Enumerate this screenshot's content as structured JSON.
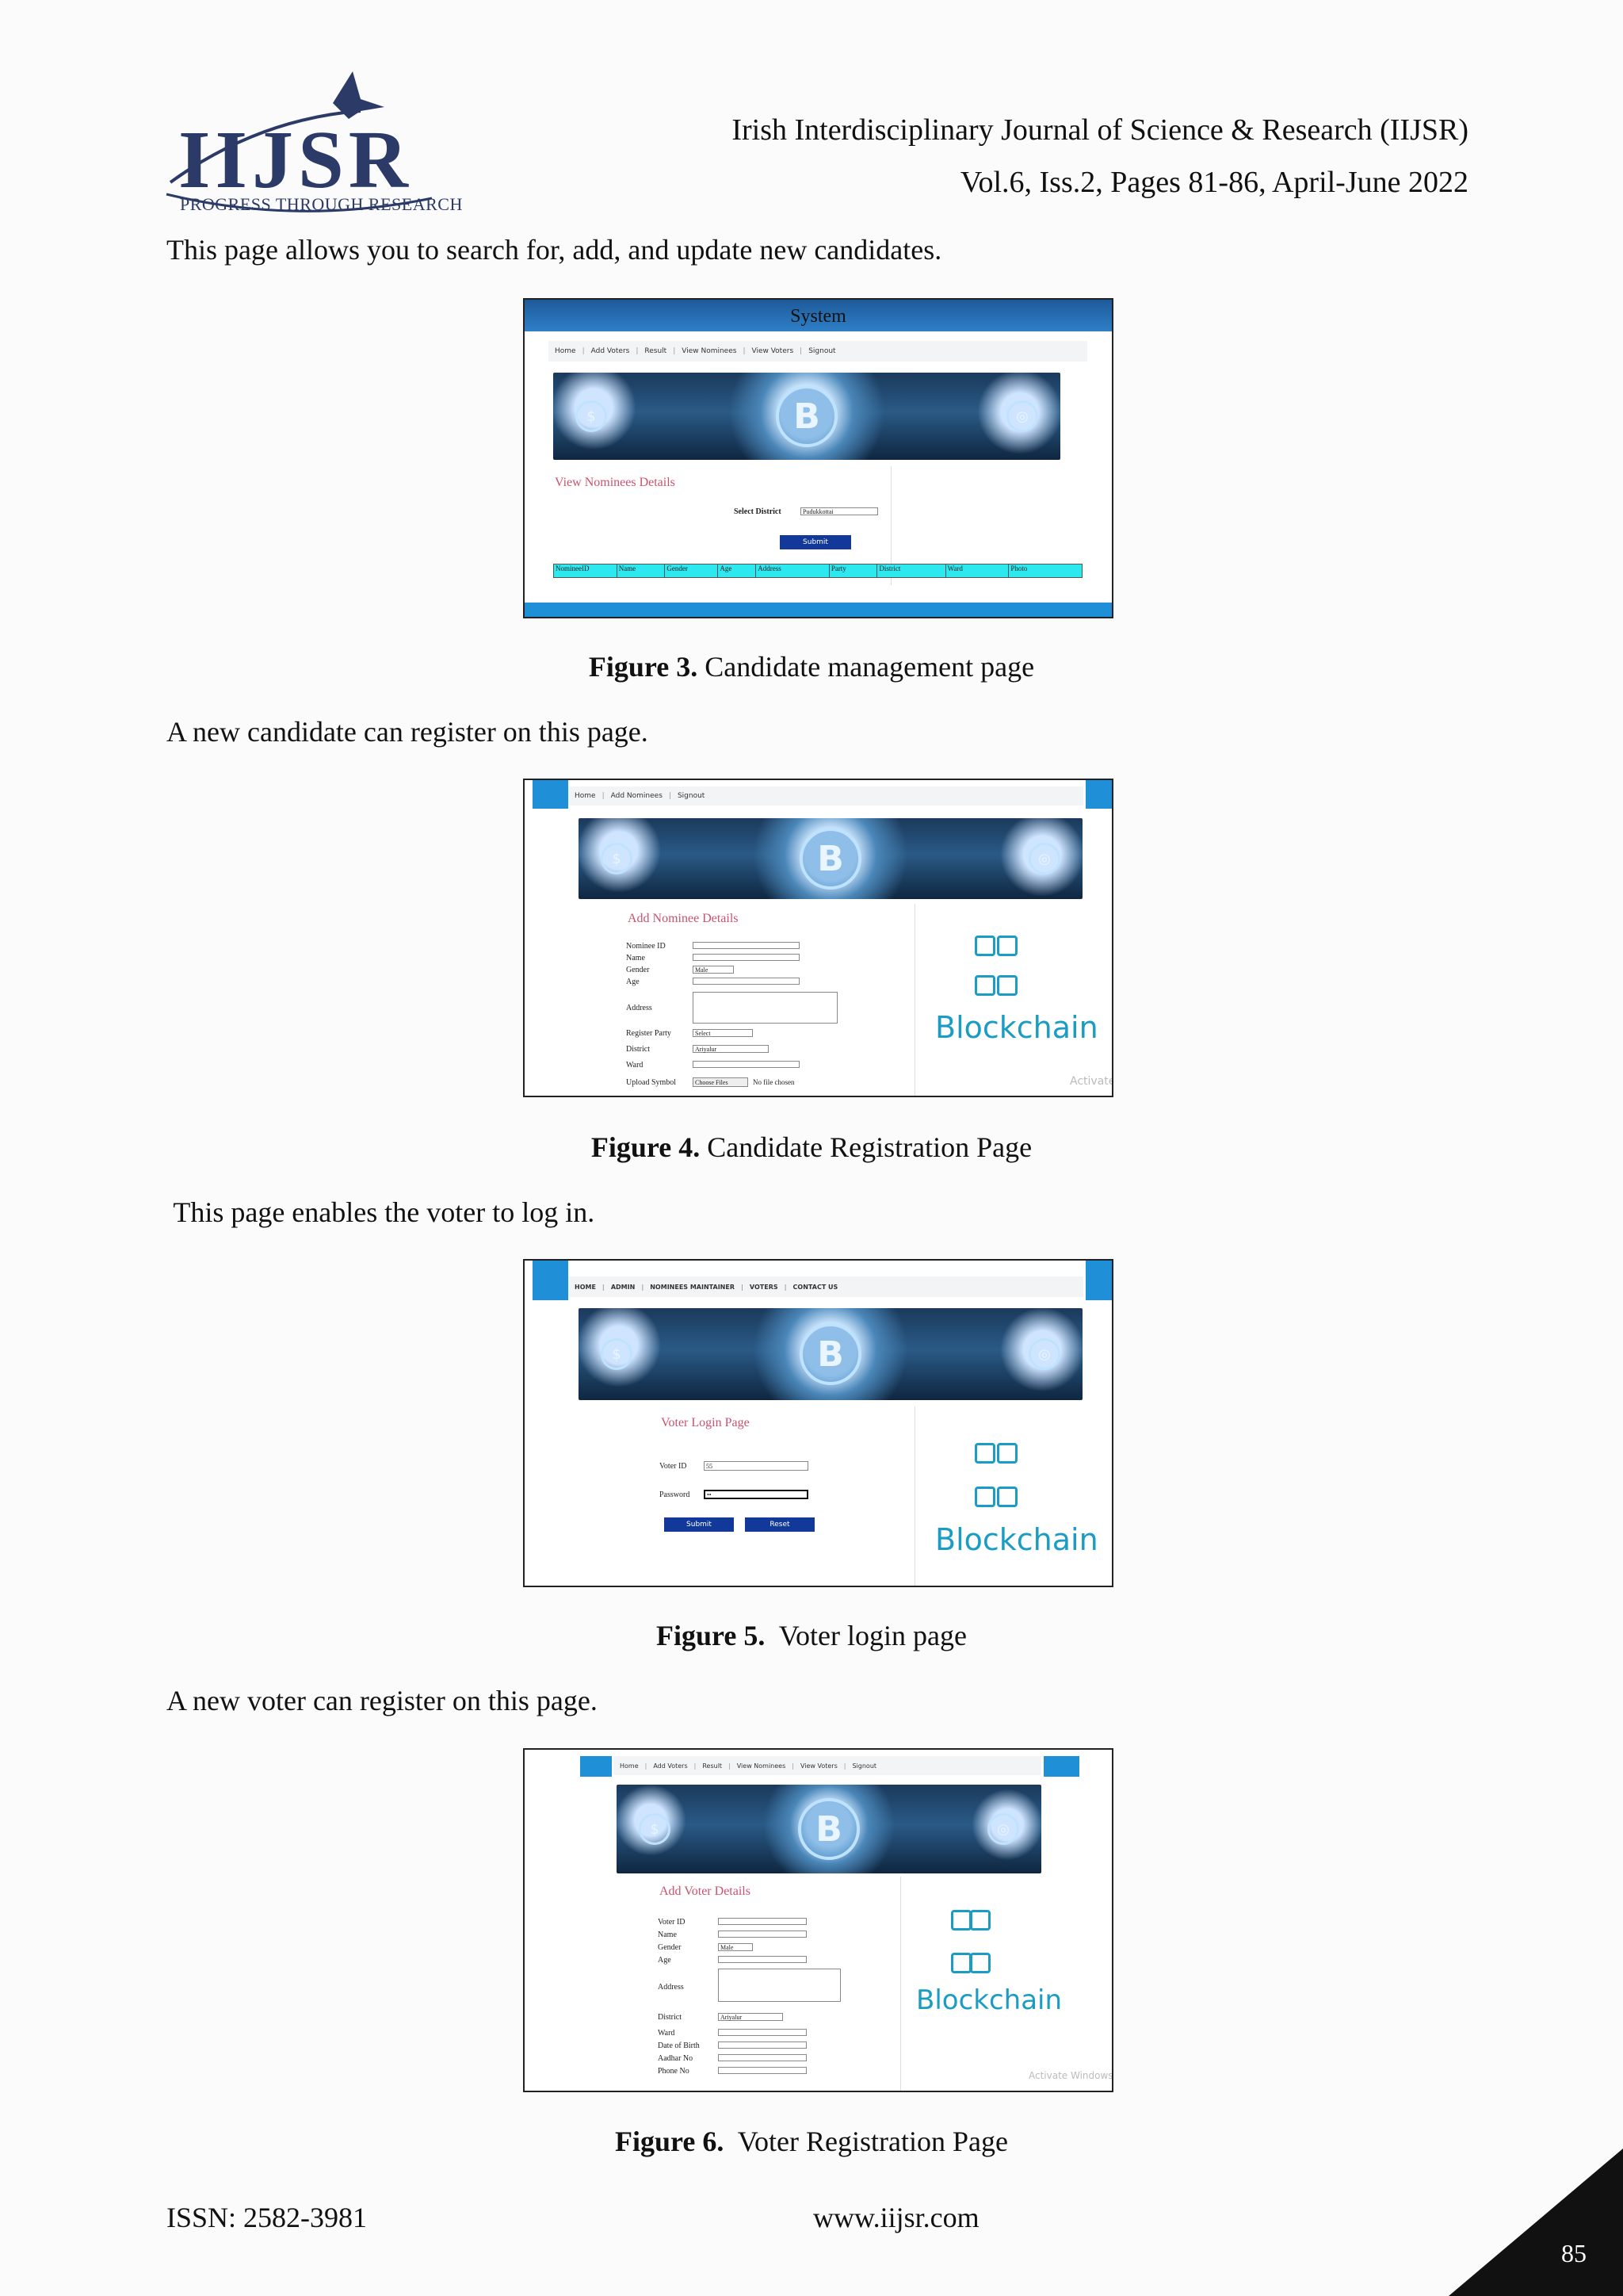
{
  "header": {
    "logo_text": "IIJSR",
    "logo_tagline": "PROGRESS THROUGH RESEARCH",
    "journal_name": "Irish Interdisciplinary Journal of Science & Research (IIJSR)",
    "volume_info": "Vol.6, Iss.2, Pages 81-86, April-June 2022"
  },
  "paragraphs": {
    "p1": "This page allows you to search for, add, and update new candidates.",
    "p2": "A new candidate can register on this page.",
    "p3": " This page enables the voter to log in.",
    "p4": "A new voter can register on this page."
  },
  "fig3": {
    "label": "Figure 3.",
    "caption": " Candidate management page",
    "screen": {
      "title": "System",
      "nav": [
        "Home",
        "Add Voters",
        "Result",
        "View Nominees",
        "View Voters",
        "Signout"
      ],
      "heading": "View Nominees Details",
      "select_label": "Select District",
      "select_value": "Pudukkottai",
      "submit": "Submit",
      "columns": [
        "NomineeID",
        "Name",
        "Gender",
        "Age",
        "Address",
        "Party",
        "District",
        "Ward",
        "Photo"
      ]
    }
  },
  "fig4": {
    "label": "Figure 4.",
    "caption": " Candidate Registration Page",
    "screen": {
      "nav": [
        "Home",
        "Add Nominees",
        "Signout"
      ],
      "heading": "Add Nominee Details",
      "fields": [
        "Nominee ID",
        "Name",
        "Gender",
        "Age",
        "Address",
        "Register Party",
        "District",
        "Ward",
        "Upload Symbol"
      ],
      "gender_value": "Male",
      "party_value": "Select",
      "district_value": "Ariyalur",
      "file_button": "Choose Files",
      "file_status": "No file chosen",
      "brand": "Blockchain",
      "watermark": "Activate"
    }
  },
  "fig5": {
    "label": "Figure 5.",
    "caption": "  Voter login page",
    "screen": {
      "nav": [
        "HOME",
        "ADMIN",
        "NOMINEES MAINTAINER",
        "VOTERS",
        "CONTACT US"
      ],
      "heading": "Voter Login Page",
      "voter_id_label": "Voter ID",
      "voter_id_value": "55",
      "password_label": "Password",
      "password_value": "••",
      "submit": "Submit",
      "reset": "Reset",
      "brand": "Blockchain"
    }
  },
  "fig6": {
    "label": "Figure 6.",
    "caption": "  Voter Registration Page",
    "screen": {
      "nav": [
        "Home",
        "Add Voters",
        "Result",
        "View Nominees",
        "View Voters",
        "Signout"
      ],
      "heading": "Add Voter Details",
      "fields": [
        "Voter ID",
        "Name",
        "Gender",
        "Age",
        "Address",
        "District",
        "Ward",
        "Date of Birth",
        "Aadhar No",
        "Phone No"
      ],
      "gender_value": "Male",
      "district_value": "Ariyalur",
      "brand": "Blockchain",
      "watermark": "Activate Windows"
    }
  },
  "footer": {
    "issn": "ISSN: 2582-3981",
    "website": "www.iijsr.com",
    "page_number": "85"
  }
}
